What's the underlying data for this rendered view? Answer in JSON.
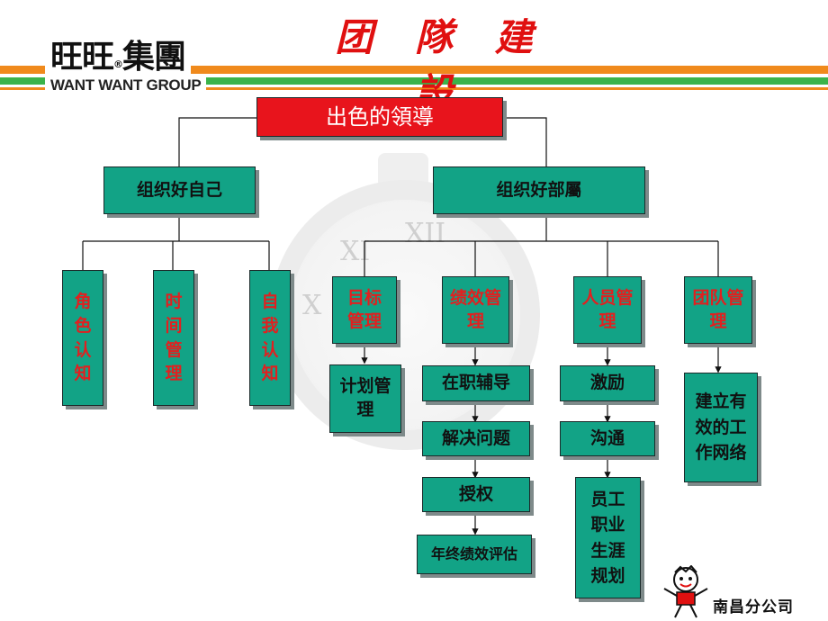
{
  "title": "团 隊 建 設",
  "logo": {
    "cn": "旺旺",
    "reg": "®",
    "cn2": "集團",
    "en": "WANT WANT GROUP"
  },
  "footer": {
    "branch": "南昌分公司"
  },
  "org": {
    "root": "出色的領導",
    "left": "组织好自己",
    "right": "组织好部屬",
    "self": [
      "角色认知",
      "时间管理",
      "自我认知"
    ],
    "subs": {
      "goal": "目标管理",
      "perf": "绩效管理",
      "people": "人员管理",
      "team": "团队管理"
    },
    "goal_child": "计划管理",
    "perf_children": [
      "在职辅导",
      "解决问题",
      "授权",
      "年终绩效评估"
    ],
    "people_children": [
      "激励",
      "沟通",
      "员工职业生涯规划"
    ],
    "team_child": "建立有效的工作网络"
  },
  "colors": {
    "box": "#12a386",
    "root": "#e8141c",
    "title": "#e01010",
    "stripe_orange": "#f08a1c",
    "stripe_green": "#3bb34a"
  }
}
